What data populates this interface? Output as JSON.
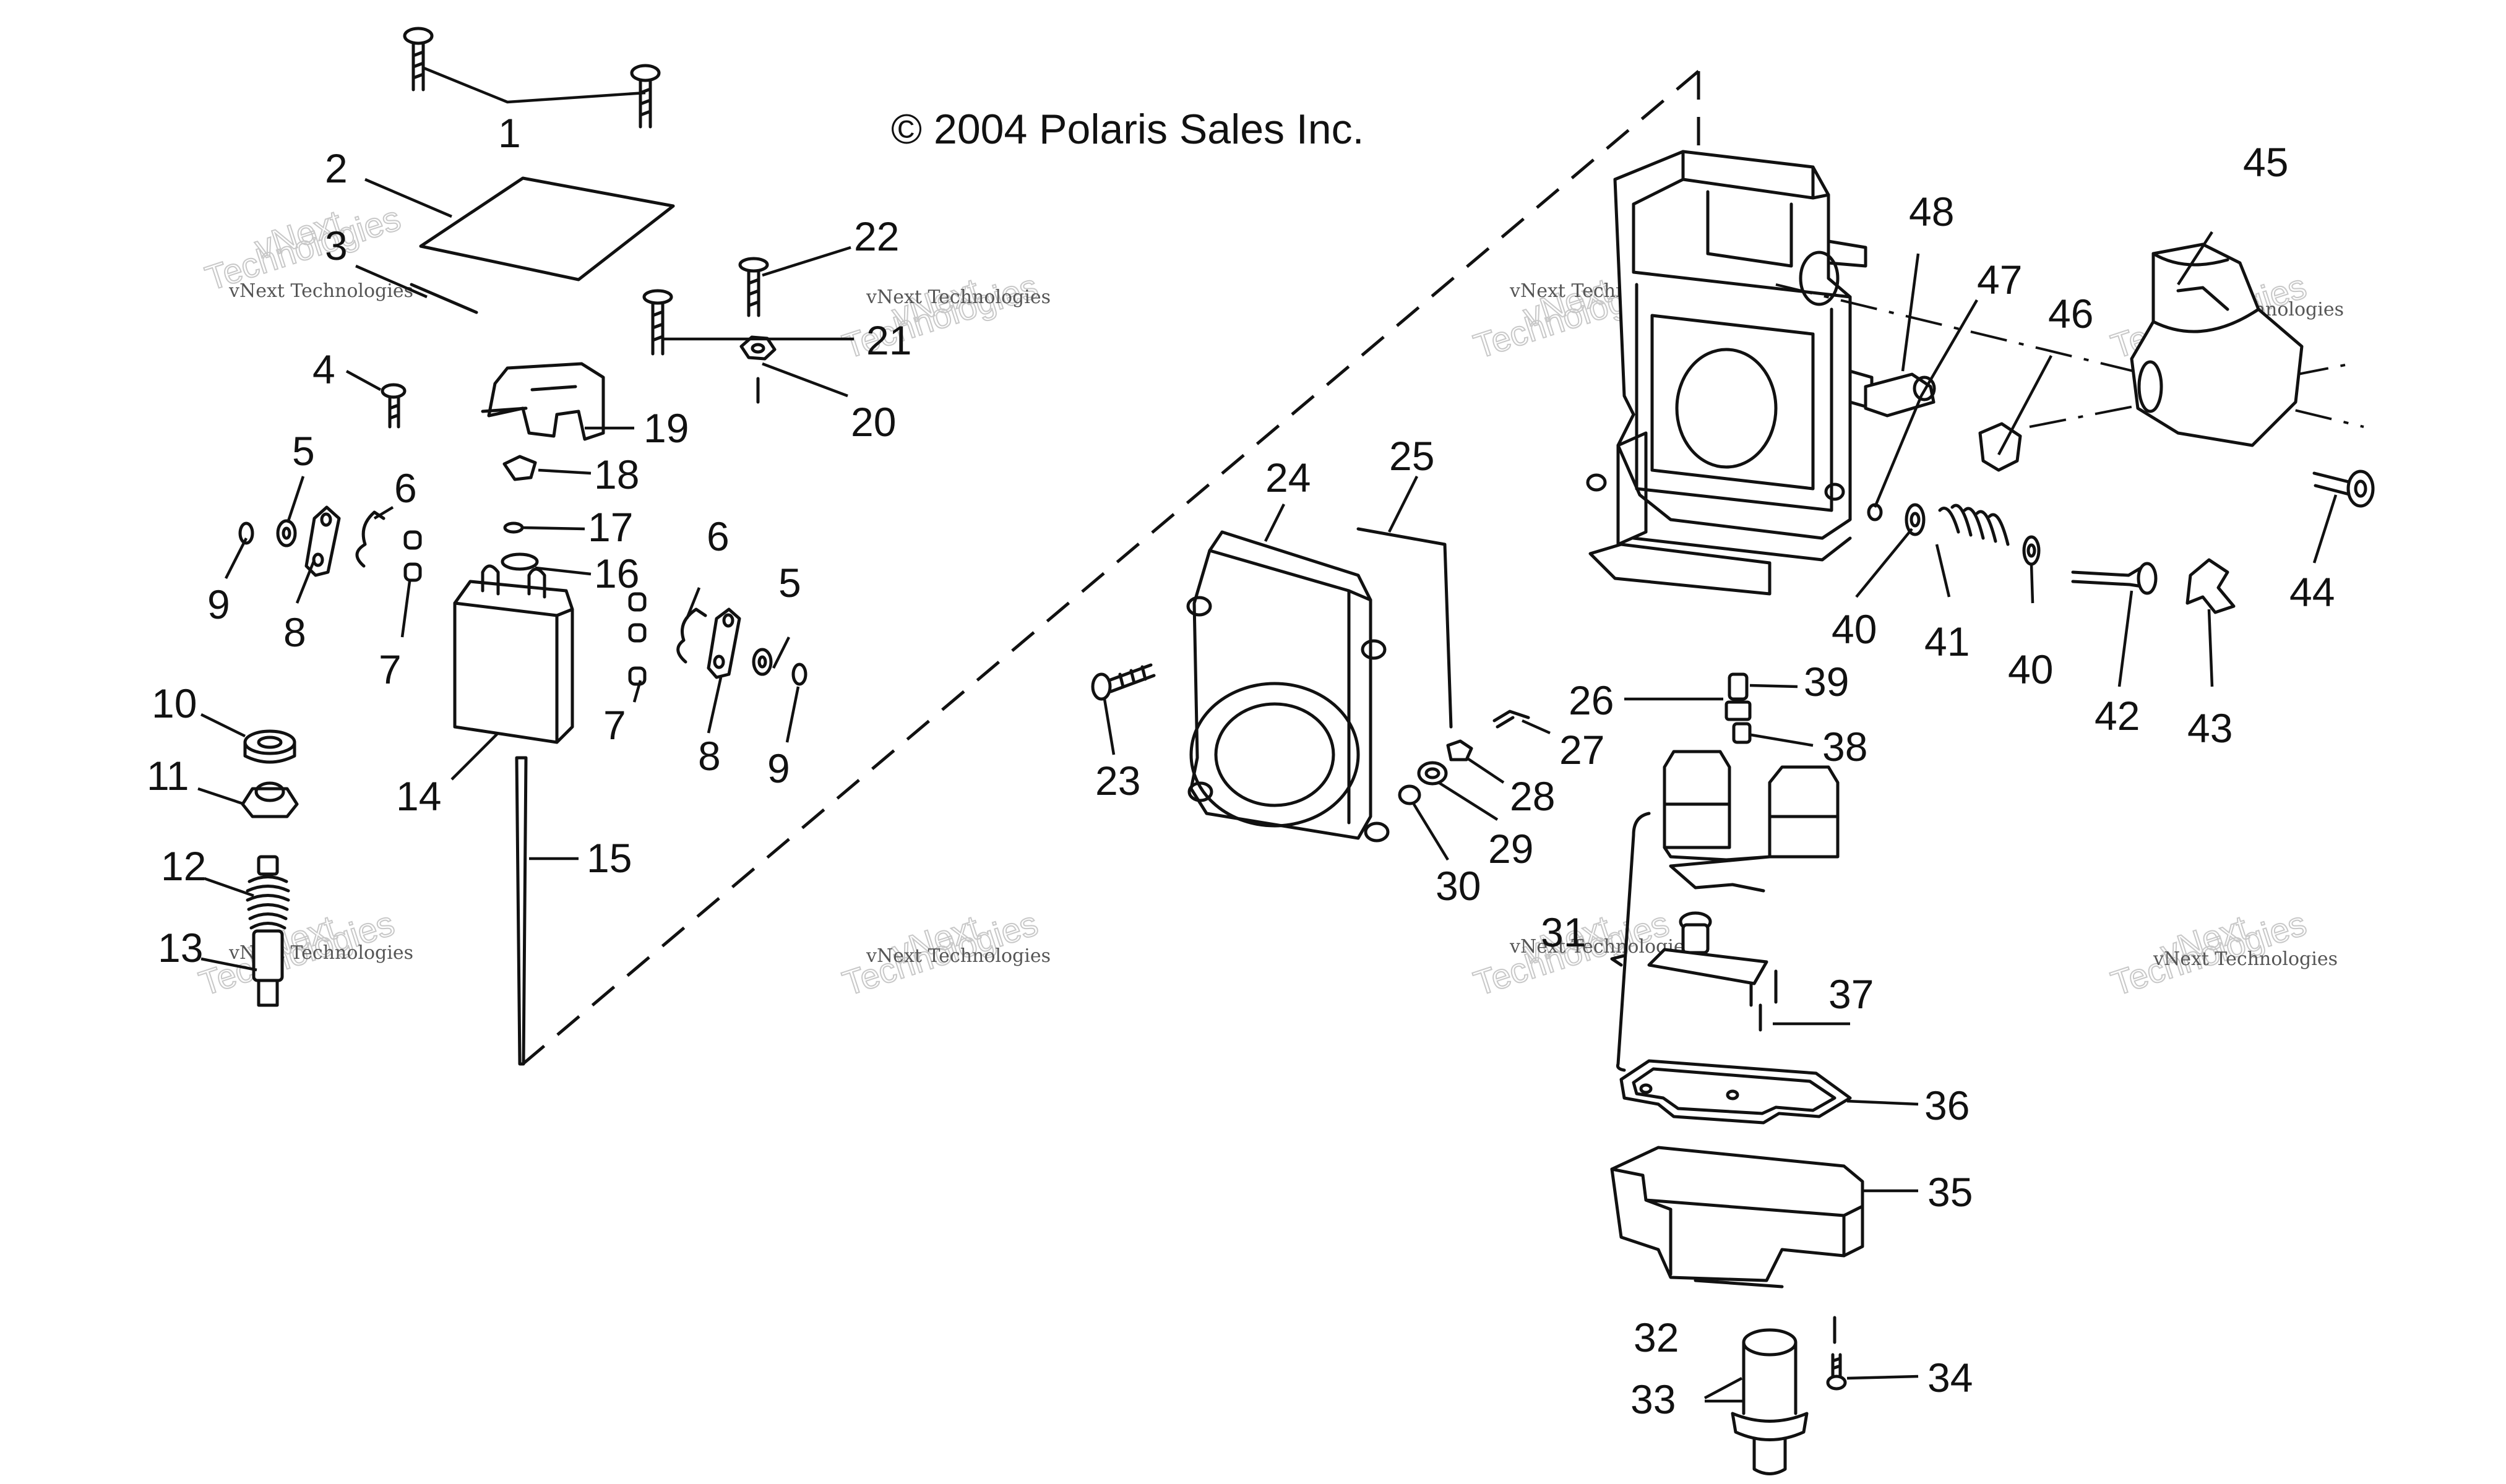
{
  "copyright": "© 2004 Polaris Sales Inc.",
  "watermark": {
    "line1": "vNext Technologies",
    "brand_a": "vNext",
    "brand_b": "Technologies"
  },
  "callouts": [
    "1",
    "2",
    "3",
    "4",
    "5",
    "6",
    "7",
    "8",
    "9",
    "10",
    "11",
    "12",
    "13",
    "14",
    "15",
    "16",
    "17",
    "18",
    "19",
    "20",
    "21",
    "22",
    "23",
    "24",
    "25",
    "26",
    "27",
    "28",
    "29",
    "30",
    "31",
    "32",
    "33",
    "34",
    "35",
    "36",
    "37",
    "38",
    "39",
    "40",
    "41",
    "42",
    "43",
    "44",
    "45",
    "46",
    "47",
    "48"
  ],
  "callouts_extra": [
    "5",
    "6",
    "7",
    "8",
    "9",
    "40"
  ]
}
